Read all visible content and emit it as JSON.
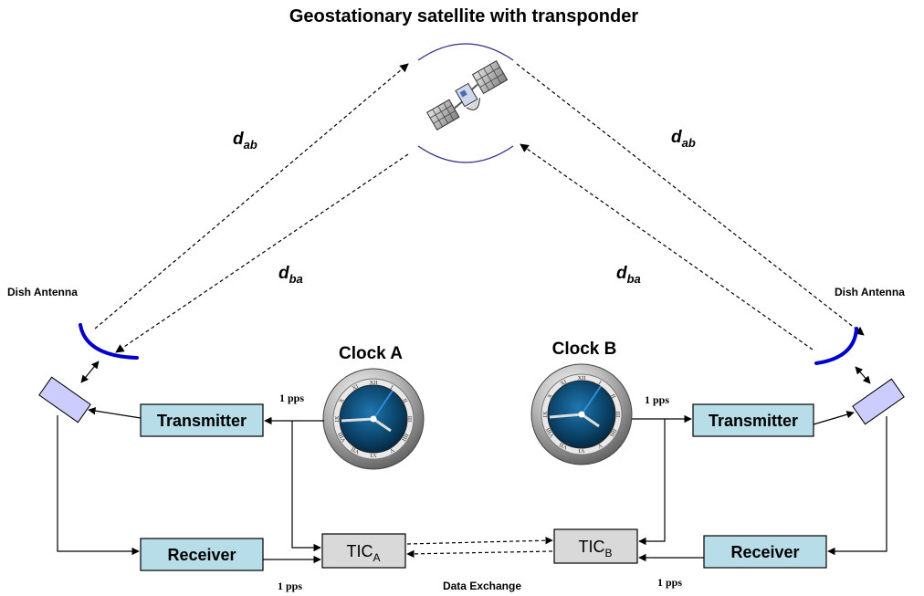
{
  "title": "Geostationary satellite with transponder",
  "antenna_left_label": "Dish Antenna",
  "antenna_right_label": "Dish Antenna",
  "distance_labels": {
    "left_up": {
      "main": "d",
      "sub": "ab"
    },
    "left_down": {
      "main": "d",
      "sub": "ba"
    },
    "right_up": {
      "main": "d",
      "sub": "ab"
    },
    "right_down": {
      "main": "d",
      "sub": "ba"
    }
  },
  "clock_a_label": "Clock A",
  "clock_b_label": "Clock B",
  "transmitter_a_label": "Transmitter",
  "transmitter_b_label": "Transmitter",
  "receiver_a_label": "Receiver",
  "receiver_b_label": "Receiver",
  "tic_a": {
    "main": "TIC",
    "sub": "A"
  },
  "tic_b": {
    "main": "TIC",
    "sub": "B"
  },
  "pps_labels": [
    "1 pps",
    "1 pps",
    "1 pps",
    "1 pps"
  ],
  "data_exchange_label": "Data Exchange",
  "clock_face_numerals": [
    "XII",
    "I",
    "II",
    "III",
    "IIII",
    "V",
    "VI",
    "VII",
    "VIII",
    "IX",
    "X",
    "XI"
  ],
  "colors": {
    "box_fill": "#b7dde8",
    "tic_fill": "#d9d9d9",
    "modem_fill": "#ccccff",
    "antenna_blue": "#0000cc",
    "satellite_arc": "#2e2e8a",
    "clock_face": "#0d4a73",
    "clock_hand": "#2f8fd8"
  }
}
